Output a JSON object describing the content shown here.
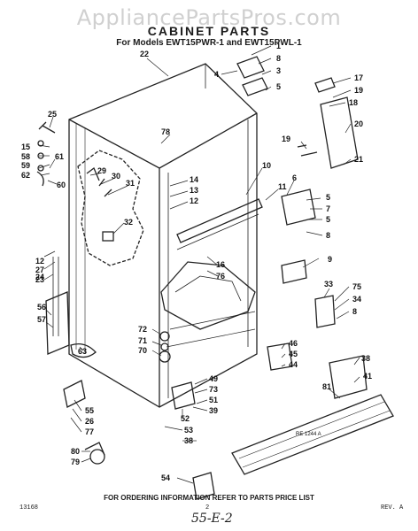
{
  "watermark": "AppliancePartsPros.com",
  "title": "CABINET PARTS",
  "subtitle": "For Models EWT15PWR-1 and EWT15PWL-1",
  "footer": "FOR ORDERING INFORMATION REFER TO PARTS PRICE LIST",
  "drawing_ref": "RE 1244 A",
  "page_number": "2",
  "bottom_left_code": "13168",
  "bottom_right_code": "REV. A",
  "handwritten_note": "55-E-2",
  "callouts": [
    {
      "id": "c22",
      "text": "22"
    },
    {
      "id": "c1",
      "text": "1"
    },
    {
      "id": "c8a",
      "text": "8"
    },
    {
      "id": "c4",
      "text": "4"
    },
    {
      "id": "c3",
      "text": "3"
    },
    {
      "id": "c5a",
      "text": "5"
    },
    {
      "id": "c17",
      "text": "17"
    },
    {
      "id": "c19a",
      "text": "19"
    },
    {
      "id": "c18",
      "text": "18"
    },
    {
      "id": "c20",
      "text": "20"
    },
    {
      "id": "c25",
      "text": "25"
    },
    {
      "id": "c78",
      "text": "78"
    },
    {
      "id": "c19b",
      "text": "19"
    },
    {
      "id": "c21",
      "text": "21"
    },
    {
      "id": "c15",
      "text": "15"
    },
    {
      "id": "c58",
      "text": "58"
    },
    {
      "id": "c59",
      "text": "59"
    },
    {
      "id": "c62",
      "text": "62"
    },
    {
      "id": "c61",
      "text": "61"
    },
    {
      "id": "c60",
      "text": "60"
    },
    {
      "id": "c29",
      "text": "29"
    },
    {
      "id": "c30",
      "text": "30"
    },
    {
      "id": "c31",
      "text": "31"
    },
    {
      "id": "c14",
      "text": "14"
    },
    {
      "id": "c13",
      "text": "13"
    },
    {
      "id": "c12a",
      "text": "12"
    },
    {
      "id": "c10",
      "text": "10"
    },
    {
      "id": "c11",
      "text": "11"
    },
    {
      "id": "c6",
      "text": "6"
    },
    {
      "id": "c5b",
      "text": "5"
    },
    {
      "id": "c7",
      "text": "7"
    },
    {
      "id": "c5c",
      "text": "5"
    },
    {
      "id": "c8b",
      "text": "8"
    },
    {
      "id": "c32",
      "text": "32"
    },
    {
      "id": "c9",
      "text": "9"
    },
    {
      "id": "c16",
      "text": "16"
    },
    {
      "id": "c76",
      "text": "76"
    },
    {
      "id": "c12b",
      "text": "12"
    },
    {
      "id": "c27",
      "text": "27"
    },
    {
      "id": "c23",
      "text": "23"
    },
    {
      "id": "c24",
      "text": "24"
    },
    {
      "id": "c33",
      "text": "33"
    },
    {
      "id": "c75",
      "text": "75"
    },
    {
      "id": "c34",
      "text": "34"
    },
    {
      "id": "c8c",
      "text": "8"
    },
    {
      "id": "c56",
      "text": "56"
    },
    {
      "id": "c57",
      "text": "57"
    },
    {
      "id": "c72",
      "text": "72"
    },
    {
      "id": "c71",
      "text": "71"
    },
    {
      "id": "c70",
      "text": "70"
    },
    {
      "id": "c63",
      "text": "63"
    },
    {
      "id": "c46",
      "text": "46"
    },
    {
      "id": "c45",
      "text": "45"
    },
    {
      "id": "c44",
      "text": "44"
    },
    {
      "id": "c38a",
      "text": "38"
    },
    {
      "id": "c41",
      "text": "41"
    },
    {
      "id": "c49",
      "text": "49"
    },
    {
      "id": "c73",
      "text": "73"
    },
    {
      "id": "c51",
      "text": "51"
    },
    {
      "id": "c39",
      "text": "39"
    },
    {
      "id": "c81",
      "text": "81"
    },
    {
      "id": "c55",
      "text": "55"
    },
    {
      "id": "c26",
      "text": "26"
    },
    {
      "id": "c77",
      "text": "77"
    },
    {
      "id": "c52",
      "text": "52"
    },
    {
      "id": "c53",
      "text": "53"
    },
    {
      "id": "c38b",
      "text": "38"
    },
    {
      "id": "c80",
      "text": "80"
    },
    {
      "id": "c79",
      "text": "79"
    },
    {
      "id": "c54",
      "text": "54"
    }
  ]
}
